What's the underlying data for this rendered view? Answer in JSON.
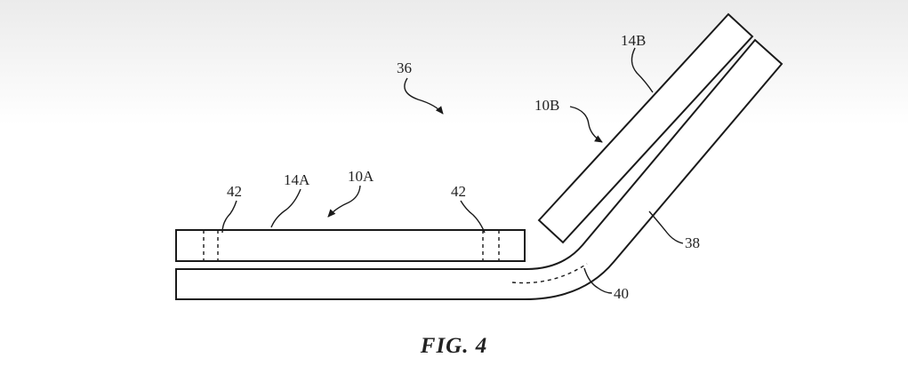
{
  "figure": {
    "caption": "FIG. 4",
    "labels": {
      "device": "36",
      "housing_a": "10A",
      "display_a": "14A",
      "housing_b": "10B",
      "display_b": "14B",
      "component_left": "42",
      "component_right": "42",
      "hinge_substrate": "38",
      "flex_line": "40"
    }
  }
}
